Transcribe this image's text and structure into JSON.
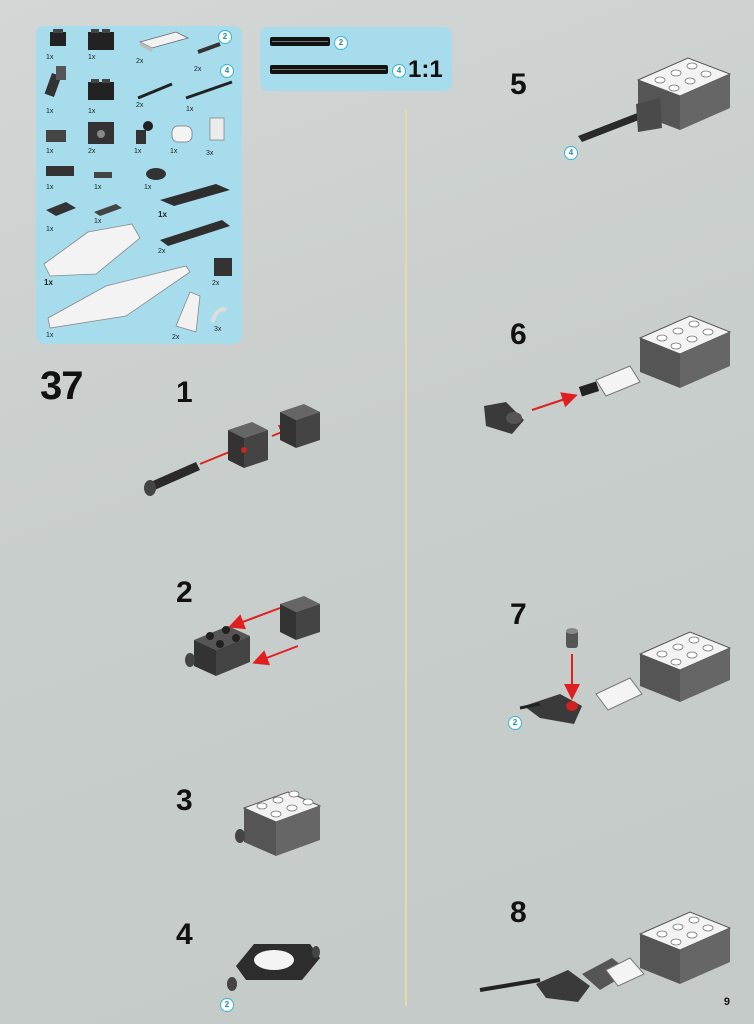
{
  "parts_list": {
    "quantities": [
      "1x",
      "1x",
      "2x",
      "2x",
      "1x",
      "1x",
      "2x",
      "1x",
      "1x",
      "2x",
      "1x",
      "1x",
      "3x",
      "1x",
      "1x",
      "1x",
      "1x",
      "1x",
      "1x",
      "2x",
      "1x",
      "2x",
      "1x",
      "2x",
      "3x"
    ],
    "badges": [
      "2",
      "4"
    ]
  },
  "ruler": {
    "badge_short": "2",
    "badge_long": "4",
    "scale": "1:1"
  },
  "page_number": "37",
  "steps": [
    {
      "number": "1"
    },
    {
      "number": "2"
    },
    {
      "number": "3"
    },
    {
      "number": "4",
      "badge": "2"
    },
    {
      "number": "5",
      "badge": "4"
    },
    {
      "number": "6"
    },
    {
      "number": "7",
      "badge": "2"
    },
    {
      "number": "8"
    }
  ],
  "footer": {
    "page": "9"
  },
  "colors": {
    "panel": "#a6dceb",
    "badge": "#39b6d2",
    "arrow": "#e02020",
    "divider": "#e9d9a8"
  }
}
